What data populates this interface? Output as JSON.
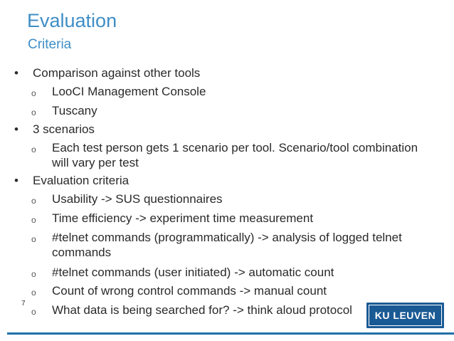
{
  "slide": {
    "title": "Evaluation",
    "subtitle": "Criteria",
    "bullet_symbol": "•",
    "sub_bullet_symbol": "o",
    "bullets": [
      {
        "text": "Comparison against other tools",
        "items": [
          "LooCI Management Console",
          "Tuscany"
        ]
      },
      {
        "text": "3 scenarios",
        "items": [
          "Each test person gets 1 scenario per tool. Scenario/tool combination",
          "will vary per test"
        ]
      },
      {
        "text": "Evaluation criteria",
        "items": [
          "Usability -> SUS questionnaires",
          "Time efficiency -> experiment time measurement",
          "#telnet commands (programmatically) -> analysis of logged telnet",
          "commands",
          "#telnet commands (user initiated) -> automatic count",
          "Count of wrong control commands -> manual count",
          "What data is being searched for? -> think aloud protocol"
        ]
      }
    ],
    "page_number": "7",
    "logo_text": "KU LEUVEN",
    "colors": {
      "title": "#3f8ec6",
      "brand": "#1a5a94"
    }
  }
}
